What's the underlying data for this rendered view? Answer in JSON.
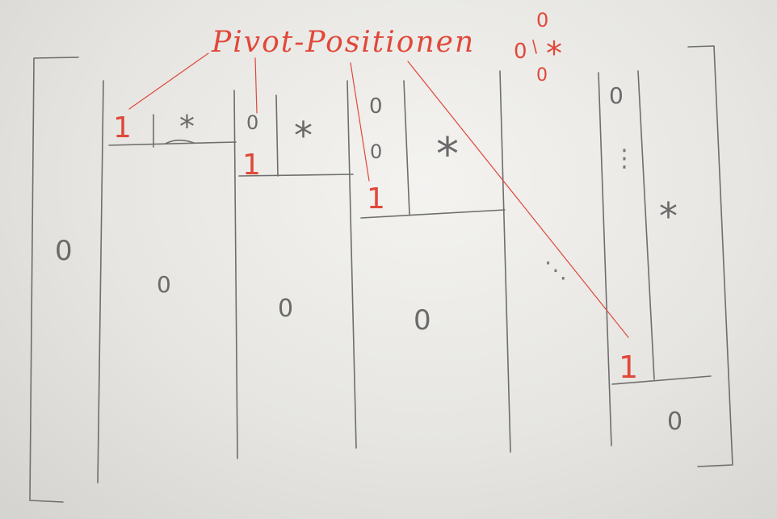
{
  "title": "Pivot-Positionen",
  "symbols": {
    "pivot": "1",
    "zero": "0",
    "star": "*",
    "dots_vertical": "⋮",
    "dots_diagonal": "⋱"
  },
  "legend": {
    "top": "0",
    "middle_left": "0",
    "middle_right": "*",
    "bottom": "0"
  },
  "colors": {
    "pencil": "#6e6e6e",
    "red_ink": "#e0483a",
    "paper": "#eeede9"
  }
}
